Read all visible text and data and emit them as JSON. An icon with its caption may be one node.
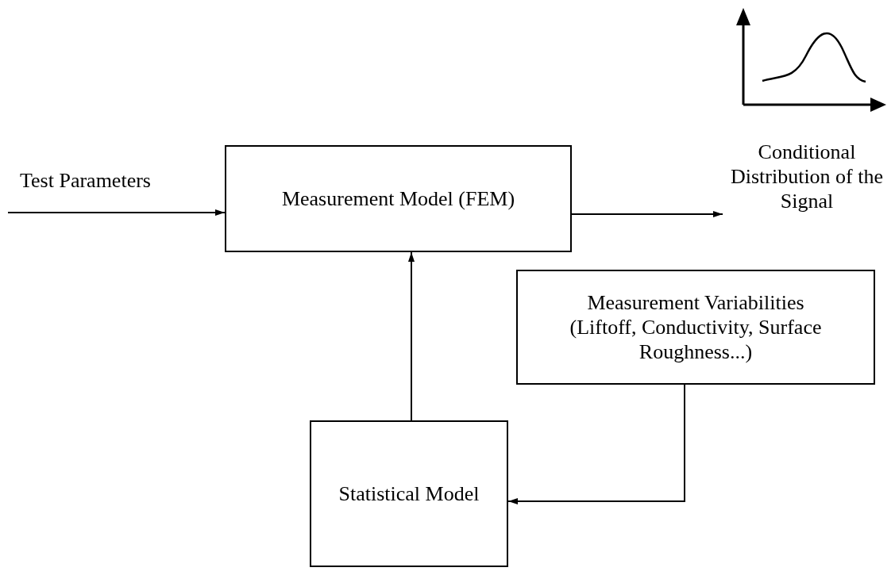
{
  "diagram": {
    "nodes": [
      {
        "text": [
          "Measurement Model (FEM)"
        ]
      },
      {
        "text": [
          "Conditional Distribution of the Signal"
        ]
      },
      {
        "text": [
          "Measurement Variabilities",
          "(Liftoff, Conductivity, Surface Roughness...)"
        ]
      },
      {
        "text": [
          "Statistical Model"
        ]
      }
    ],
    "edges": [
      {
        "from": null,
        "to": 0,
        "arrow": "to",
        "label": "Test Parameters"
      },
      {
        "from": 0,
        "to": 1,
        "arrow": "to"
      },
      {
        "from": 3,
        "to": 0,
        "arrow": "to"
      },
      {
        "from": 2,
        "to": 3,
        "arrow": "to"
      }
    ]
  }
}
